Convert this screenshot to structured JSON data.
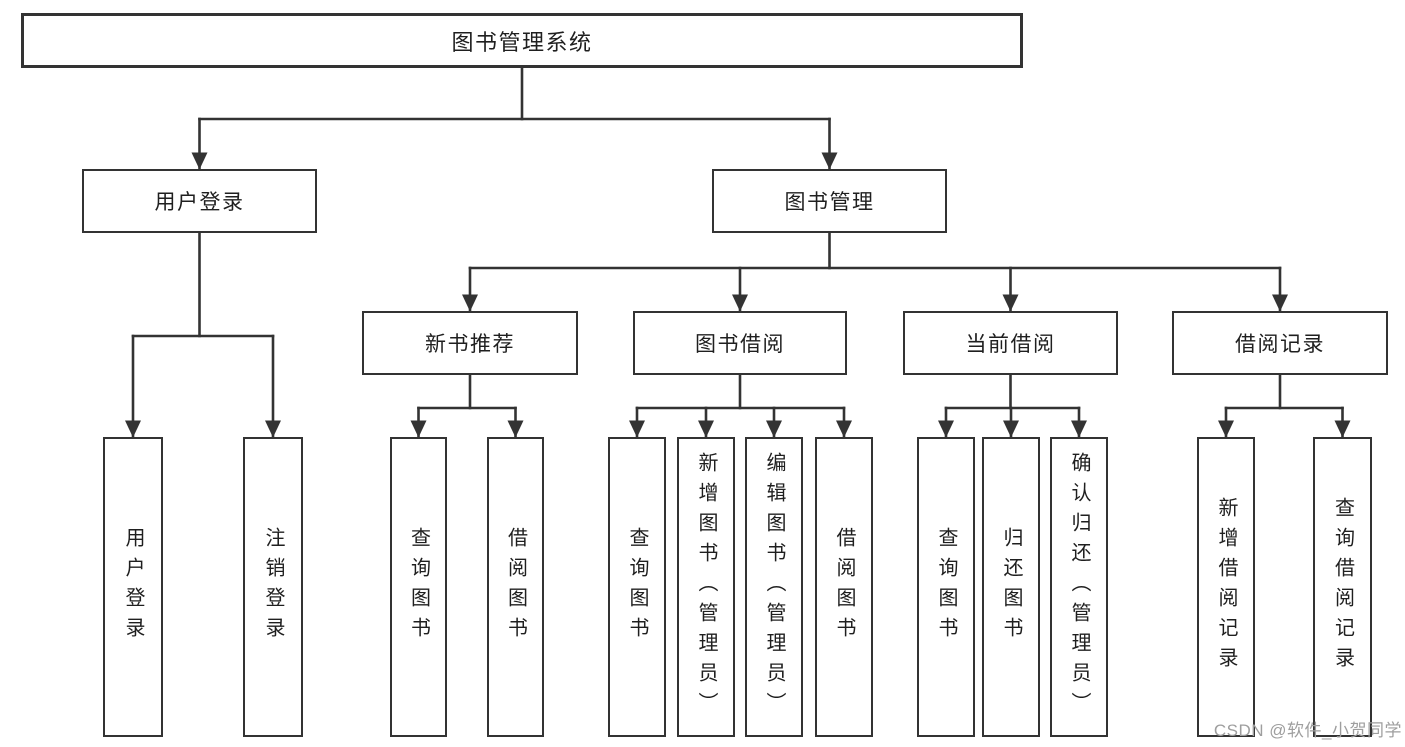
{
  "tree": {
    "root": {
      "label": "图书管理系统"
    },
    "children": [
      {
        "label": "用户登录",
        "children": [
          {
            "label": "用户登录"
          },
          {
            "label": "注销登录"
          }
        ]
      },
      {
        "label": "图书管理",
        "children": [
          {
            "label": "新书推荐",
            "children": [
              {
                "label": "查询图书"
              },
              {
                "label": "借阅图书"
              }
            ]
          },
          {
            "label": "图书借阅",
            "children": [
              {
                "label": "查询图书"
              },
              {
                "label": "新增图书（管理员）"
              },
              {
                "label": "编辑图书（管理员）"
              },
              {
                "label": "借阅图书"
              }
            ]
          },
          {
            "label": "当前借阅",
            "children": [
              {
                "label": "查询图书"
              },
              {
                "label": "归还图书"
              },
              {
                "label": "确认归还（管理员）"
              }
            ]
          },
          {
            "label": "借阅记录",
            "children": [
              {
                "label": "新增借阅记录"
              },
              {
                "label": "查询借阅记录"
              }
            ]
          }
        ]
      }
    ]
  },
  "watermark": {
    "text": "CSDN @软件_小贺同学",
    "color": "#9e9e9e"
  },
  "colors": {
    "line": "#333333",
    "box_border": "#333333",
    "box_fill": "#ffffff",
    "text": "#1f1f1f",
    "background": "#ffffff"
  }
}
